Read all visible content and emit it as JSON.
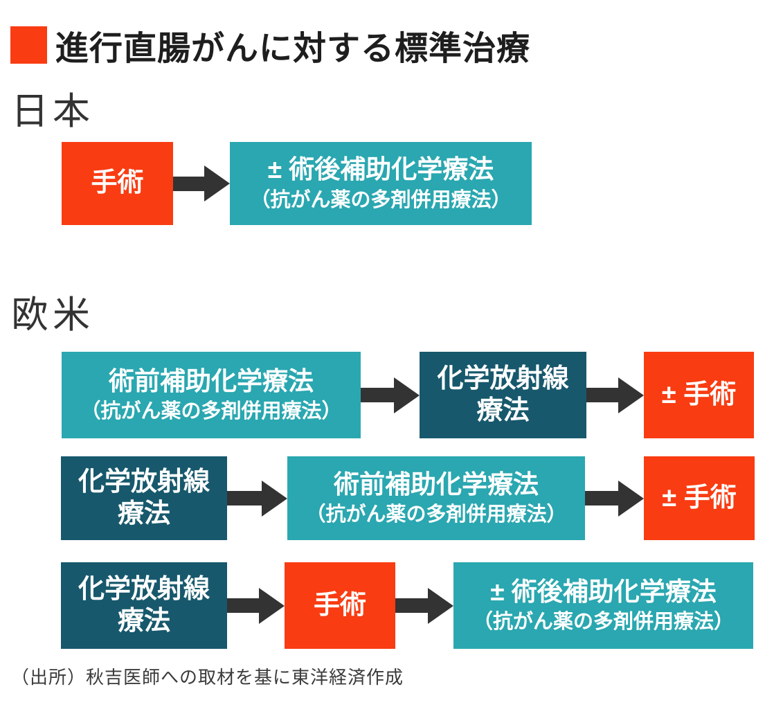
{
  "colors": {
    "accent_orange": "#F93C12",
    "teal": "#2AA7B0",
    "dark_teal": "#17586C",
    "arrow_gray": "#333333"
  },
  "header": {
    "title": "進行直腸がんに対する標準治療"
  },
  "japan": {
    "label": "日本",
    "boxes": [
      {
        "main": "手術"
      },
      {
        "main": "± 術後補助化学療法",
        "sub": "（抗がん薬の多剤併用療法）"
      }
    ]
  },
  "west": {
    "label": "欧米",
    "rows": [
      {
        "boxes": [
          {
            "main": "術前補助化学療法",
            "sub": "（抗がん薬の多剤併用療法）"
          },
          {
            "line1": "化学放射線",
            "line2": "療法"
          },
          {
            "main": "± 手術"
          }
        ]
      },
      {
        "boxes": [
          {
            "line1": "化学放射線",
            "line2": "療法"
          },
          {
            "main": "術前補助化学療法",
            "sub": "（抗がん薬の多剤併用療法）"
          },
          {
            "main": "± 手術"
          }
        ]
      },
      {
        "boxes": [
          {
            "line1": "化学放射線",
            "line2": "療法"
          },
          {
            "main": "手術"
          },
          {
            "main": "± 術後補助化学療法",
            "sub": "（抗がん薬の多剤併用療法）"
          }
        ]
      }
    ]
  },
  "source": "（出所）秋吉医師への取材を基に東洋経済作成"
}
